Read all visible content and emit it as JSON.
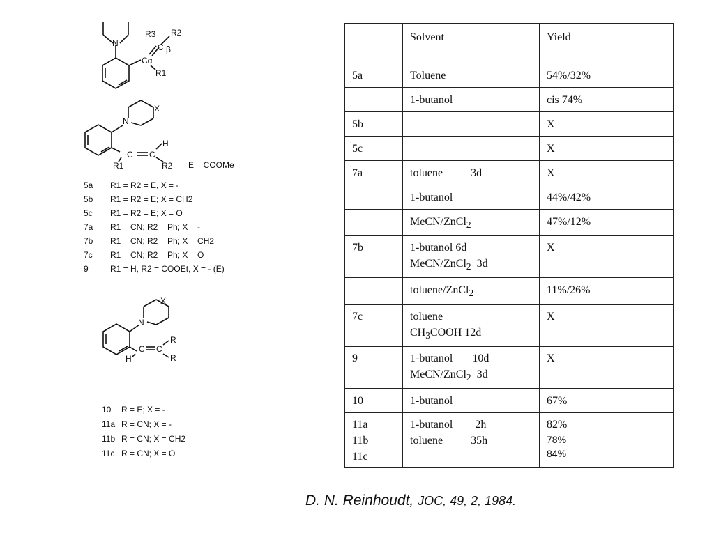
{
  "structure_labels": {
    "s1": {
      "n": "N",
      "r3": "R3",
      "r2": "R2",
      "c": "C",
      "beta": "β",
      "calpha": "Cα",
      "r1": "R1"
    },
    "s2": {
      "x": "X",
      "n": "N",
      "h": "H",
      "c1": "C",
      "eq": "=",
      "c2": "C",
      "r1": "R1",
      "r2": "R2",
      "e_def": "E = COOMe"
    },
    "s3": {
      "x": "X",
      "n": "N",
      "c1": "C",
      "eq": "=",
      "c2": "C",
      "h": "H",
      "r_top": "R",
      "r_bot": "R"
    }
  },
  "compound_list_1": [
    {
      "id": "5a",
      "desc": "R1 = R2 = E,   X = -"
    },
    {
      "id": "5b",
      "desc": "R1 = R2 = E;   X = CH2"
    },
    {
      "id": "5c",
      "desc": "R1 = R2 = E;   X = O"
    },
    {
      "id": "7a",
      "desc": "R1 = CN; R2 = Ph; X = -"
    },
    {
      "id": "7b",
      "desc": "R1 = CN; R2 = Ph; X = CH2"
    },
    {
      "id": "7c",
      "desc": "R1 = CN; R2 = Ph; X = O"
    },
    {
      "id": "9",
      "desc": "R1 = H, R2 = COOEt, X = - (E)"
    }
  ],
  "compound_list_2": [
    {
      "id": "10",
      "desc": "R = E; X = -"
    },
    {
      "id": "11a",
      "desc": "R = CN; X = -"
    },
    {
      "id": "11b",
      "desc": "R = CN; X = CH2"
    },
    {
      "id": "11c",
      "desc": "R = CN; X = O"
    }
  ],
  "table": {
    "headers": [
      "",
      "Solvent",
      "Yield"
    ],
    "rows": [
      {
        "cmpd": "5a",
        "solvent": "Toluene",
        "yield": "54%/32%"
      },
      {
        "cmpd": "",
        "solvent": "1-butanol",
        "yield": "cis 74%"
      },
      {
        "cmpd": "5b",
        "solvent": "",
        "yield": "X"
      },
      {
        "cmpd": "5c",
        "solvent": "",
        "yield": "X"
      },
      {
        "cmpd": "7a",
        "solvent": "toluene          3d",
        "yield": "X"
      },
      {
        "cmpd": "",
        "solvent": "1-butanol",
        "yield": "44%/42%"
      },
      {
        "cmpd": "",
        "solvent_pre": "MeCN/ZnCl",
        "solvent_sub": "2",
        "yield": "47%/12%"
      },
      {
        "cmpd": "7b",
        "solvent_line1": "1-butanol 6d",
        "solvent_line2_pre": "MeCN/ZnCl",
        "solvent_line2_sub": "2",
        "solvent_line2_post": "  3d",
        "yield": "X"
      },
      {
        "cmpd": "",
        "solvent_pre": "toluene/ZnCl",
        "solvent_sub": "2",
        "yield": "11%/26%"
      },
      {
        "cmpd": "7c",
        "solvent_line1": "toluene",
        "solvent_line2_pre": "CH",
        "solvent_line2_sub": "3",
        "solvent_line2_post": "COOH 12d",
        "yield": "X"
      },
      {
        "cmpd": "9",
        "solvent_line1": "1-butanol       10d",
        "solvent_line2_pre": "MeCN/ZnCl",
        "solvent_line2_sub": "2",
        "solvent_line2_post": "  3d",
        "yield": "X"
      },
      {
        "cmpd": "10",
        "solvent": "1-butanol",
        "yield": "67%"
      },
      {
        "cmpd_lines": [
          "11a",
          "11b",
          "11c"
        ],
        "solvent_lines": [
          "1-butanol        2h",
          "toluene          35h"
        ],
        "yield_lines": [
          "82%",
          "78%",
          "84%"
        ]
      }
    ]
  },
  "citation": {
    "author": "D. N. Reinhoudt, ",
    "journal": "JOC",
    "rest": ", 49, 2, 1984."
  }
}
